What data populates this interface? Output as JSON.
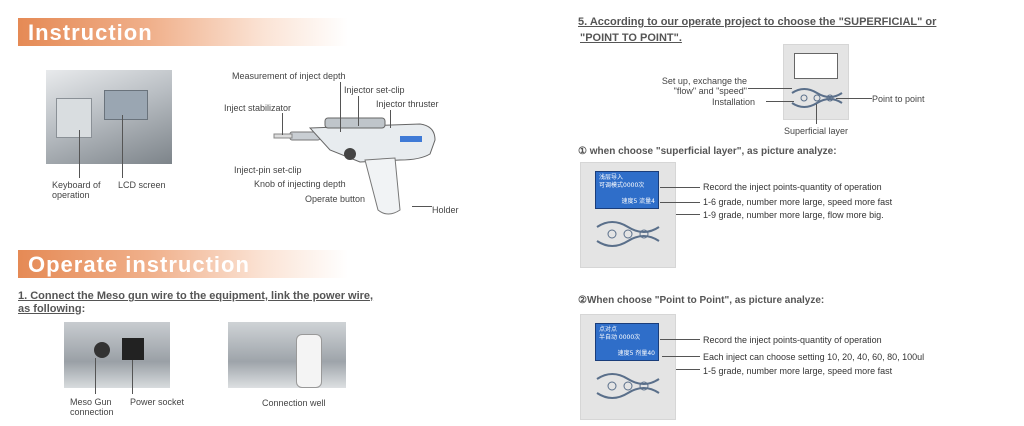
{
  "left": {
    "instruction_title": "Instruction",
    "photo_labels": {
      "keyboard": "Keyboard of\noperation",
      "lcd": "LCD screen"
    },
    "gun_labels": {
      "measurement": "Measurement of inject depth",
      "setclip": "Injector set-clip",
      "stabilizator": "Inject stabilizator",
      "thruster": "Injector thruster",
      "pinclip": "Inject-pin set-clip",
      "knob": "Knob of injecting depth",
      "operate_button": "Operate button",
      "holder": "Holder"
    },
    "operate_title": "Operate instruction",
    "step1_line1": "1. Connect the Meso gun wire to the equipment, link the power wire,",
    "step1_line2": "as following",
    "step1_colon": ":",
    "connection_labels": {
      "meso": "Meso Gun\nconnection",
      "power": "Power socket",
      "well": "Connection well"
    }
  },
  "right": {
    "step5_line1": "5. According to our operate project to choose the \"SUPERFICIAL\" or",
    "step5_line2": "\"POINT TO POINT\".",
    "panel_labels": {
      "setup": "Set up, exchange the\n\"flow\" and \"speed\"",
      "installation": "Installation",
      "point": "Point to point",
      "superficial": "Superficial layer"
    },
    "section1_title": "① when choose \"superficial layer\", as picture analyze:",
    "screen1": {
      "line1": "浅层导入",
      "line2": "可调模式0000次",
      "line3": "速度5  流量4"
    },
    "section1_items": [
      "Record the inject points-quantity of operation",
      "1-6 grade, number more large, speed more fast",
      "1-9 grade, number more large, flow more big."
    ],
    "section2_title": "②When choose \"Point to Point\", as picture analyze:",
    "screen2": {
      "line1": "点对点",
      "line2": "半自动    0000次",
      "line3": "速度5  剂量40"
    },
    "section2_items": [
      "Record the inject points-quantity of operation",
      "Each inject can choose setting 10, 20, 40, 60, 80, 100ul",
      "1-5 grade, number more large, speed more fast"
    ]
  }
}
